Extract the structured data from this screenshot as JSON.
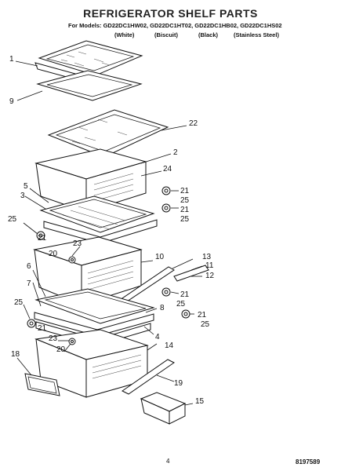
{
  "header": {
    "title": "REFRIGERATOR SHELF PARTS",
    "models_line": "For Models: GD22DC1HW02, GD22DC1HT02, GD22DC1HB02, GD22DC1HS02",
    "colors": [
      "(White)",
      "(Biscuit)",
      "(Black)",
      "(Stainless Steel)"
    ]
  },
  "callouts": {
    "c1": "1",
    "c9": "9",
    "c22": "22",
    "c2": "2",
    "c24": "24",
    "c5": "5",
    "c3": "3",
    "c21a": "21",
    "c25a": "25",
    "c21b": "21",
    "c25b": "25",
    "c25c": "25",
    "c21c": "21",
    "c23a": "23",
    "c20a": "20",
    "c10": "10",
    "c13": "13",
    "c11": "11",
    "c12": "12",
    "c6": "6",
    "c7": "7",
    "c21d": "21",
    "c8": "8",
    "c25d": "25",
    "c21e": "21",
    "c25e": "25",
    "c25f": "25",
    "c4": "4",
    "c21f": "21",
    "c23b": "23",
    "c14": "14",
    "c18": "18",
    "c20b": "20",
    "c19": "19",
    "c15": "15"
  },
  "footer": {
    "page_number": "4",
    "document_number": "8197589"
  }
}
